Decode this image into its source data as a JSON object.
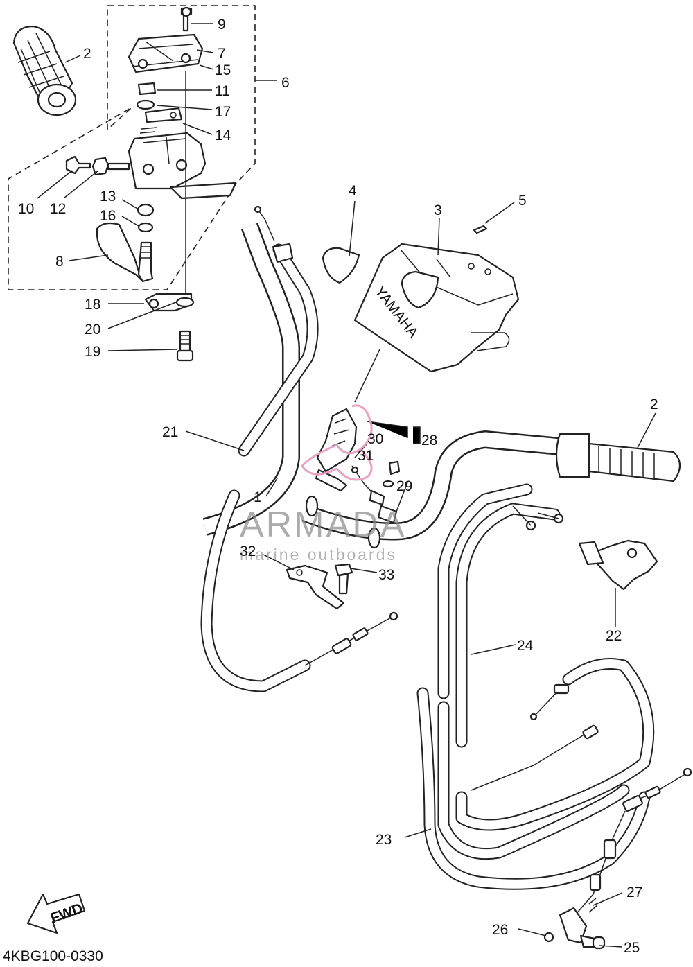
{
  "diagram_id": "4KBG100-0330",
  "fwd_label": "FWD",
  "brand_text": "YAMAHA",
  "watermark": {
    "name": "ARMADA",
    "tagline": "marine outboards"
  },
  "callouts": {
    "c1": "1",
    "c2a": "2",
    "c2b": "2",
    "c3": "3",
    "c4": "4",
    "c5": "5",
    "c6": "6",
    "c7": "7",
    "c8": "8",
    "c9": "9",
    "c10": "10",
    "c11": "11",
    "c12": "12",
    "c13": "13",
    "c14": "14",
    "c15": "15",
    "c16": "16",
    "c17": "17",
    "c18": "18",
    "c19": "19",
    "c20": "20",
    "c21": "21",
    "c22": "22",
    "c23": "23",
    "c24": "24",
    "c25": "25",
    "c26": "26",
    "c27": "27",
    "c28": "28",
    "c29": "29",
    "c30": "30",
    "c31": "31",
    "c32": "32",
    "c33": "33"
  }
}
